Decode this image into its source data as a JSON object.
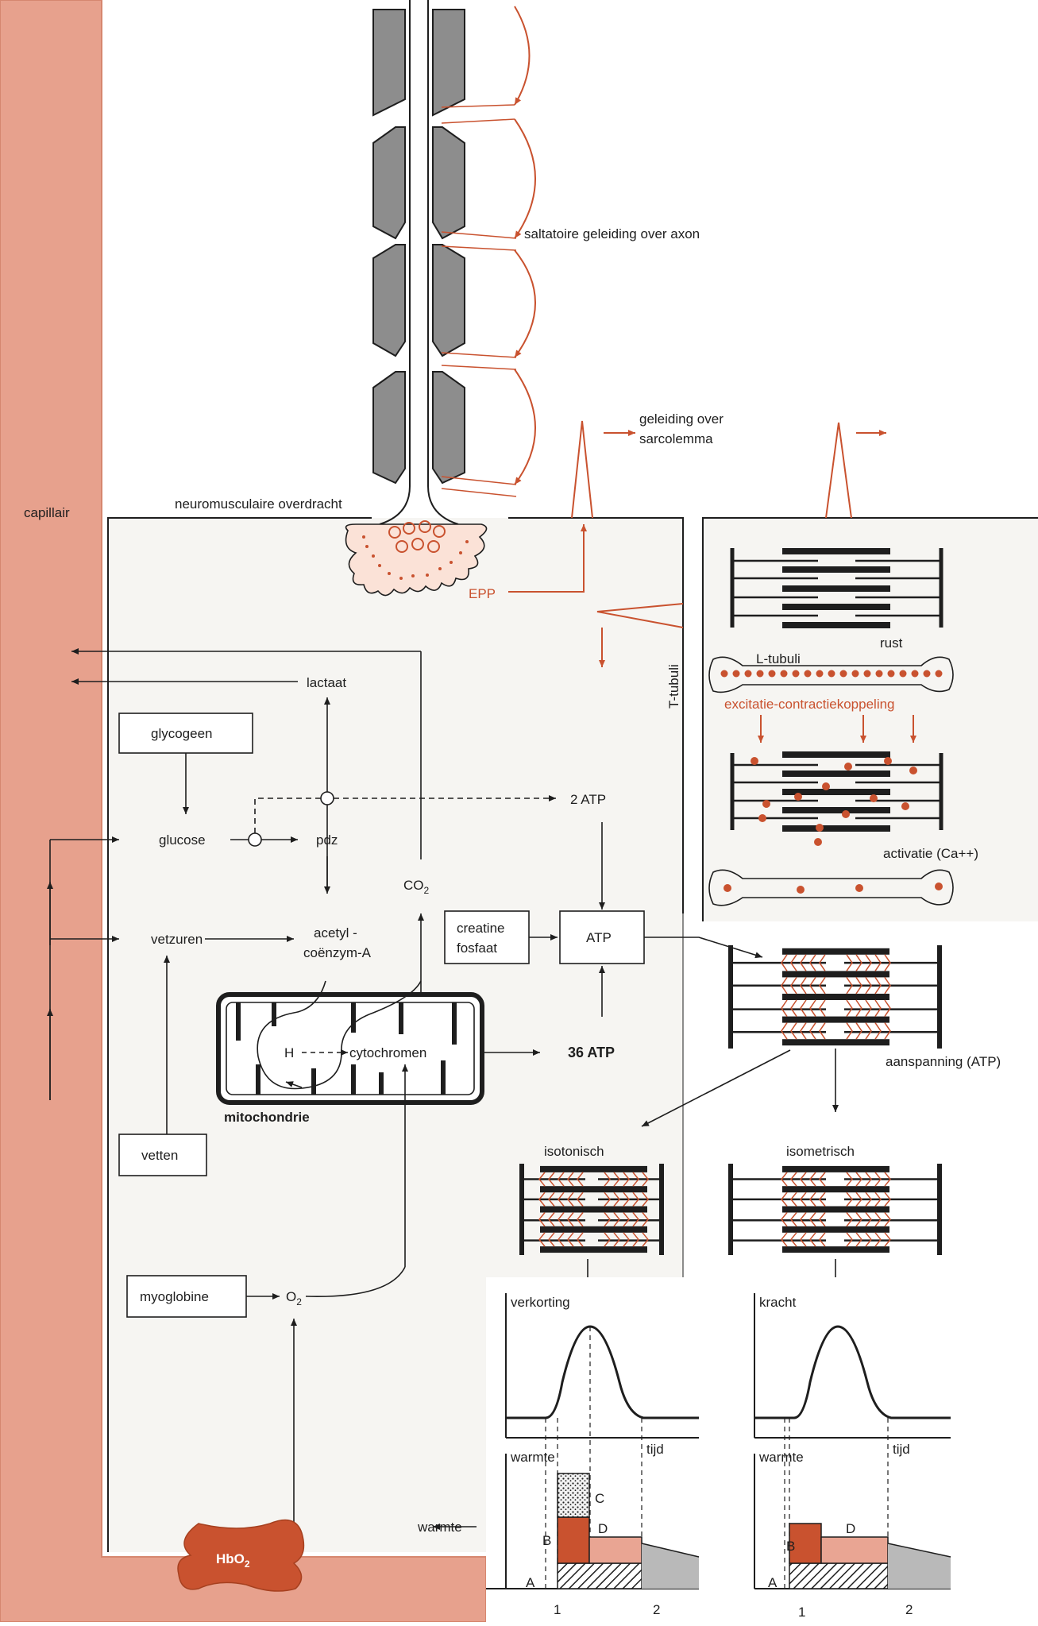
{
  "colors": {
    "capillary": "#e7a18d",
    "capillary_edge": "#d6876f",
    "cell": "#f6f5f2",
    "accent_red": "#c9522f",
    "ink": "#1e1e1e",
    "axon_gray": "#8d8d8d",
    "heat_dark": "#c9522f",
    "heat_light": "#e9a593",
    "tail_gray": "#b9b9b9"
  },
  "labels": {
    "capillair": "capillair",
    "saltatoire": "saltatoire geleiding over axon",
    "geleiding_1": "geleiding over",
    "geleiding_2": "sarcolemma",
    "neuromusc": "neuromusculaire overdracht",
    "epp": "EPP",
    "t_tubuli": "T-tubuli",
    "rust": "rust",
    "l_tubuli": "L-tubuli",
    "excitatie": "excitatie-contractiekoppeling",
    "activatie": "activatie (Ca++)",
    "aanspanning": "aanspanning (ATP)",
    "isotonisch": "isotonisch",
    "isometrisch": "isometrisch",
    "lactaat": "lactaat",
    "glycogeen": "glycogeen",
    "glucose": "glucose",
    "pdz": "pdz",
    "atp2": "2 ATP",
    "co2_main": "CO",
    "co2_sub": "2",
    "vetzuren": "vetzuren",
    "acetyl_1": "acetyl -",
    "acetyl_2": "coënzym-A",
    "creatine_1": "creatine",
    "creatine_2": "fosfaat",
    "atp": "ATP",
    "h": "H",
    "cytochromen": "cytochromen",
    "atp36": "36 ATP",
    "mitochondrie": "mitochondrie",
    "vetten": "vetten",
    "myoglobine": "myoglobine",
    "o2_main": "O",
    "o2_sub": "2",
    "hbo2_main": "HbO",
    "hbo2_sub": "2",
    "warmte_out": "warmte"
  },
  "graph_left": {
    "ylabel": "verkorting",
    "xlabel": "tijd",
    "heat_label": "warmte",
    "letters": [
      "A",
      "B",
      "C",
      "D"
    ],
    "ticks": [
      "1",
      "2"
    ]
  },
  "graph_right": {
    "ylabel": "kracht",
    "xlabel": "tijd",
    "heat_label": "warmte",
    "letters": [
      "A",
      "B",
      "D"
    ],
    "ticks": [
      "1",
      "2"
    ]
  }
}
